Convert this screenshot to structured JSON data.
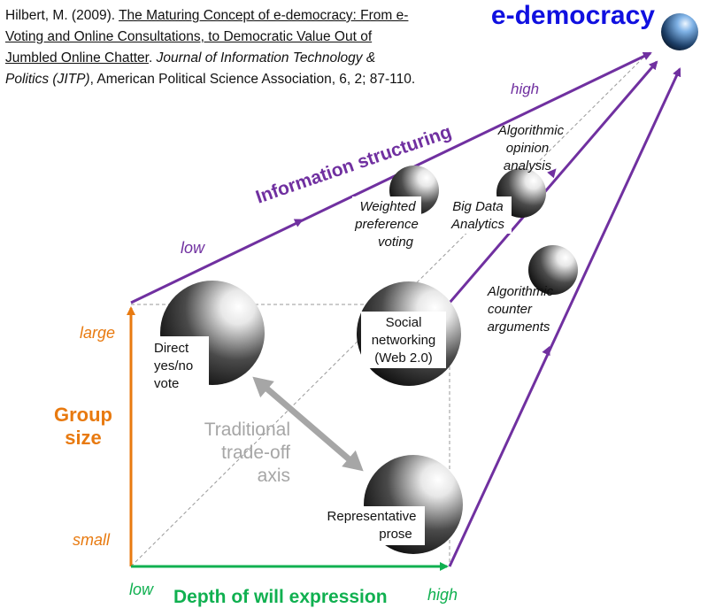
{
  "citation": {
    "part1": "Hilbert, M. (2009). ",
    "title": "The Maturing Concept of e-democracy: From e-Voting and Online Consultations, to Democratic Value Out of Jumbled Online Chatter",
    "part2": ". ",
    "journal": "Journal of Information Technology & Politics (JITP)",
    "part3": ", American Political Science Association, 6, 2; 87-110."
  },
  "title": "e-democracy",
  "axes": {
    "info_structuring": {
      "label": "Information structuring",
      "low": "low",
      "high": "high"
    },
    "group_size": {
      "label_line1": "Group",
      "label_line2": "size",
      "low": "small",
      "high": "large"
    },
    "depth": {
      "label": "Depth of will expression",
      "low": "low",
      "high": "high"
    }
  },
  "tradeoff": {
    "line1": "Traditional",
    "line2": "trade-off",
    "line3": "axis"
  },
  "nodes": {
    "direct_vote": [
      "Direct",
      "yes/no",
      "vote"
    ],
    "social_networking": [
      "Social",
      "networking",
      "(Web 2.0)"
    ],
    "representative_prose": [
      "Representative",
      "prose"
    ],
    "weighted_voting": [
      "Weighted",
      "preference",
      "voting"
    ],
    "big_data": [
      "Big Data",
      "Analytics"
    ],
    "opinion_analysis": [
      "Algorithmic",
      "opinion",
      "analysis"
    ],
    "counter_arguments": [
      "Algorithmic",
      "counter",
      "arguments"
    ]
  },
  "colors": {
    "purple": "#7030a0",
    "orange": "#e87a10",
    "green": "#10b050",
    "gray": "#a6a6a6",
    "title_blue": "#1010e0"
  }
}
